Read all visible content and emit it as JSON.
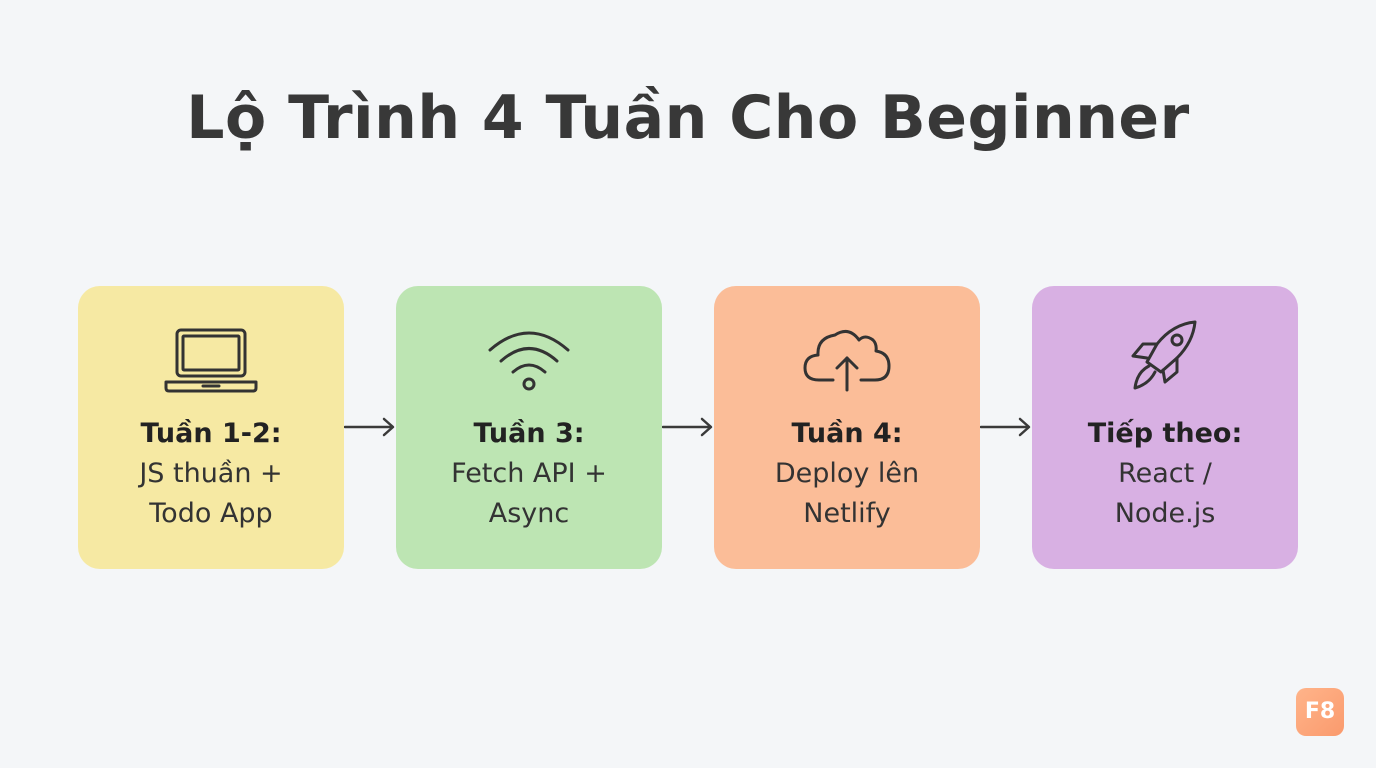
{
  "title": "Lộ Trình 4 Tuần Cho Beginner",
  "steps": [
    {
      "title": "Tuần 1-2:",
      "desc": "JS thuần +\nTodo App",
      "icon": "laptop-icon",
      "color": "#f6e9a3"
    },
    {
      "title": "Tuần 3:",
      "desc": "Fetch API +\nAsync",
      "icon": "wifi-icon",
      "color": "#bde5b3"
    },
    {
      "title": "Tuần 4:",
      "desc": "Deploy lên\nNetlify",
      "icon": "cloud-upload-icon",
      "color": "#fbbd98"
    },
    {
      "title": "Tiếp theo:",
      "desc": "React /\nNode.js",
      "icon": "rocket-icon",
      "color": "#d8b0e3"
    }
  ],
  "brand": {
    "logo_text": "F8",
    "color": "#fba57c"
  }
}
